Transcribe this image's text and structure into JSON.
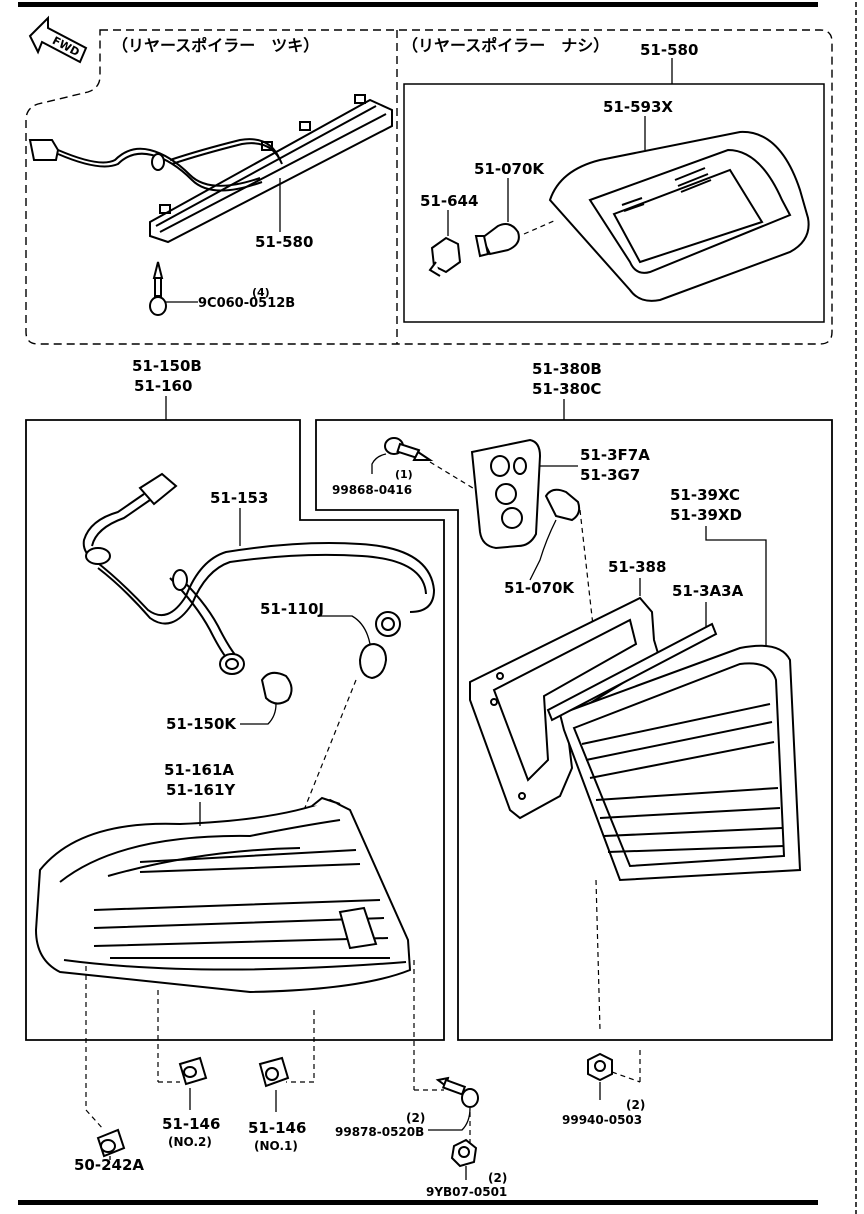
{
  "sections": {
    "top_left_title": "（リヤースポイラー　ツキ）",
    "top_right_title": "（リヤースポイラー　ナシ）",
    "fwd_label": "FWD"
  },
  "parts": {
    "p_51_580_box": "51-580",
    "p_51_593x": "51-593X",
    "p_51_070k_top": "51-070K",
    "p_51_644": "51-644",
    "p_51_580_left": "51-580",
    "p_screw_qty": "(4)",
    "p_9c060": "9C060-0512B",
    "p_51_150b": "51-150B",
    "p_51_160": "51-160",
    "p_51_153": "51-153",
    "p_51_110j": "51-110J",
    "p_51_150k": "51-150K",
    "p_51_161a": "51-161A",
    "p_51_161y": "51-161Y",
    "p_51_380b": "51-380B",
    "p_51_380c": "51-380C",
    "p_99868_qty": "(1)",
    "p_99868": "99868-0416",
    "p_51_3f7a": "51-3F7A",
    "p_51_3g7": "51-3G7",
    "p_51_070k_bot": "51-070K",
    "p_51_39xc": "51-39XC",
    "p_51_39xd": "51-39XD",
    "p_51_388": "51-388",
    "p_51_3a3a": "51-3A3A",
    "p_50_242a": "50-242A",
    "p_51_146_a": "51-146",
    "p_51_146_a_no": "(NO.2)",
    "p_51_146_b": "51-146",
    "p_51_146_b_no": "(NO.1)",
    "p_99878_qty": "(2)",
    "p_99878": "99878-0520B",
    "p_9yb07_qty": "(2)",
    "p_9yb07": "9YB07-0501",
    "p_99940_qty": "(2)",
    "p_99940": "99940-0503"
  }
}
